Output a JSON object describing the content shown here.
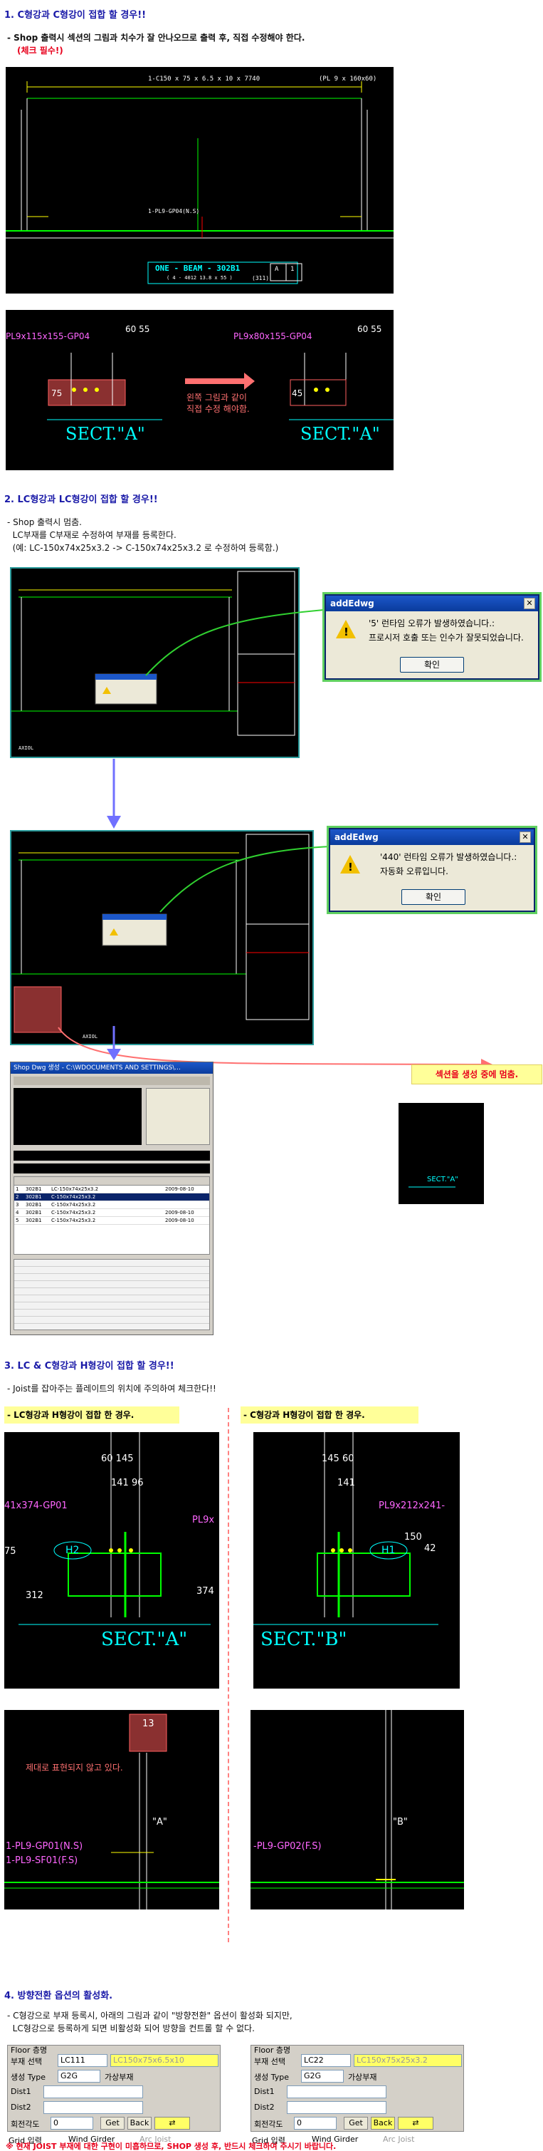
{
  "section1": {
    "title": "1. C형강과 C형강이 접합 할 경우!!",
    "desc": "- Shop 출력시 섹션의 그림과 치수가 잘 안나오므로 출력 후, 직접 수정해야 한다.",
    "check": "(체크 필수!)",
    "drawing": {
      "top_dim": "1-C150 x 75 x 6.5 x 10 x 7740",
      "right_tag": "(PL 9 x 160x60)",
      "mid_label": "1-PL9-GP04(N.S)",
      "beam_title": "ONE - BEAM - 302B1",
      "beam_sub": "( 4 - 4012 13.8 x 55 )",
      "beam_num": "(311)",
      "box_a": "A",
      "box_b": "1"
    },
    "sect_left": {
      "plate": "PL9x115x155-GP04",
      "dim": "60 55",
      "side": "75",
      "label": "SECT.\"A\""
    },
    "sect_right": {
      "plate": "PL9x80x155-GP04",
      "dim": "60 55",
      "side": "45",
      "label": "SECT.\"A\""
    },
    "arrow_note_1": "왼쪽 그림과 같이",
    "arrow_note_2": "직접 수정 해야함."
  },
  "section2": {
    "title": "2. LC형강과 LC형강이 접합 할 경우!!",
    "desc_1": "- Shop 출력시 멈춤.",
    "desc_2": "  LC부재를 C부재로 수정하여 부재를 등록한다.",
    "desc_3": "  (예: LC-150x74x25x3.2 -> C-150x74x25x3.2 로 수정하여 등록함.)",
    "dialog1": {
      "title": "addEdwg",
      "line1": "'5' 런타임 오류가 발생하였습니다.:",
      "line2": "프로시저 호출 또는 인수가 잘못되었습니다.",
      "button": "확인"
    },
    "dialog2": {
      "title": "addEdwg",
      "line1": "'440' 런타임 오류가 발생하였습니다.:",
      "line2": "자동화 오류입니다.",
      "button": "확인"
    },
    "stop_note": "섹션을 생성 중에 멈춤.",
    "stop_sect": "SECT.\"A\"",
    "shop_window_title": "Shop Dwg 생성  - C:\\WDOCUMENTS AND SETTINGS\\...",
    "shop_rows": [
      [
        "1",
        "302B1",
        "LC-150x74x25x3.2",
        "",
        "",
        "2009-08-10"
      ],
      [
        "2",
        "302B1",
        "C-150x74x25x3.2",
        "",
        "",
        ""
      ],
      [
        "3",
        "302B1",
        "C-150x74x25x3.2",
        "",
        "",
        ""
      ],
      [
        "4",
        "302B1",
        "C-150x74x25x3.2",
        "",
        "",
        "2009-08-10"
      ],
      [
        "5",
        "302B1",
        "C-150x74x25x3.2",
        "",
        "",
        "2009-08-10"
      ]
    ],
    "small_labels": [
      "AXIOL",
      "AXIOL"
    ]
  },
  "section3": {
    "title": "3. LC & C형강과 H형강이 접합 할 경우!!",
    "desc": "- Joist를 잡아주는 플레이트의 위치에 주의하여 체크한다!!",
    "left_head": "- LC형강과 H형강이 접합 한 경우.",
    "right_head": "- C형강과 H형강이 접합 한 경우.",
    "left_sect": {
      "dims_top": "60 145",
      "dims_mid": "141 96",
      "plate_left": "41x374-GP01",
      "plate_right": "PL9x",
      "h_label": "H2",
      "d_75": "75",
      "d_312": "312",
      "d_374": "374",
      "label": "SECT.\"A\""
    },
    "right_sect": {
      "dims_top": "145 60",
      "dims_mid": "141",
      "plate_right": "PL9x212x241-",
      "h_label": "H1",
      "d_150": "150",
      "d_42": "42",
      "label": "SECT.\"B\""
    },
    "left_plan": {
      "box_num": "13",
      "note": "제대로 표현되지 않고 있다.",
      "marker": "\"A\"",
      "line1": "1-PL9-GP01(N.S)",
      "line2": "1-PL9-SF01(F.S)"
    },
    "right_plan": {
      "marker": "\"B\"",
      "line1": "-PL9-GP02(F.S)"
    }
  },
  "section4": {
    "title": "4. 방향전환 옵션의 활성화.",
    "desc_1": "- C형강으로 부재 등록시, 아래의 그림과 같이 \"방향전환\" 옵션이 활성화 되지만,",
    "desc_2": "  LC형강으로 등록하게 되면 비활성화 되어 방향을 컨트롤 할 수 없다.",
    "panel_left": {
      "floor": "Floor 층명",
      "member_label": "부재 선택",
      "member_value": "LC111",
      "member_spec": "LC150x75x6.5x10",
      "type_label": "생성 Type",
      "type_value": "G2G",
      "virtual": "가상부재",
      "dist1": "Dist1",
      "dist2": "Dist2",
      "rotate_label": "회전각도",
      "rotate_value": "0",
      "get": "Get",
      "back": "Back",
      "grid": "Grid 입력",
      "wind": "Wind Girder",
      "arc": "Arc Joist"
    },
    "panel_right": {
      "floor": "Floor 층명",
      "member_label": "부재 선택",
      "member_value": "LC22",
      "member_spec": "LC150x75x25x3.2",
      "type_label": "생성 Type",
      "type_value": "G2G",
      "virtual": "가상부재",
      "dist1": "Dist1",
      "dist2": "Dist2",
      "rotate_label": "회전각도",
      "rotate_value": "0",
      "get": "Get",
      "back": "Back",
      "grid": "Grid 입력",
      "wind": "Wind Girder",
      "arc": "Arc Joist"
    },
    "footer_note": "※ 현재 JOIST 부재에 대한 구현이 미흡하므로, SHOP 생성 후, 반드시 체크하여 주시기 바랍니다."
  },
  "colors": {
    "title_blue": "#1a1aa8",
    "note_red": "#e8001c",
    "cad_black": "#000000",
    "cad_yellow": "#ffff00",
    "cad_green": "#00ff00",
    "cad_cyan": "#00ffff",
    "arrow_blue": "#7070ff",
    "arrow_pink": "#ff7070"
  }
}
